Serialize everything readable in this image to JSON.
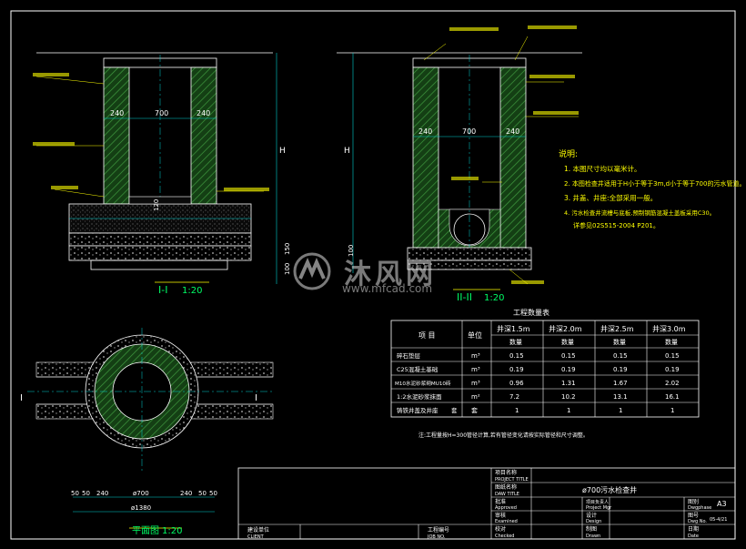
{
  "section1": {
    "title": "I-I",
    "scale": "1:20",
    "dims": [
      "240",
      "700",
      "240",
      "120",
      "H",
      "150",
      "100"
    ]
  },
  "section2": {
    "title": "II-II",
    "scale": "1:20",
    "dims": [
      "240",
      "700",
      "240",
      "H",
      "100"
    ]
  },
  "plan": {
    "title": "平面图",
    "scale": "1:20",
    "marker": "I",
    "dims": [
      "50",
      "50",
      "240",
      "ø700",
      "240",
      "50",
      "50"
    ],
    "total": "ø1380"
  },
  "notes": {
    "title": "说明:",
    "items": [
      "1. 本图尺寸均以毫米计。",
      "2. 本图检查井适用于H小于等于3m,d小于等于700的污水管道。",
      "3. 井盖、井座:全部采用一般。",
      "4. 污水检查井流槽与底板,预制钢筋混凝土盖板采用C30。",
      "详参见02S515-2004 P201。"
    ]
  },
  "table": {
    "title": "工程数量表",
    "header_item": "项 目",
    "header_unit": "单位",
    "depths": [
      "井深1.5m",
      "井深2.0m",
      "井深2.5m",
      "井深3.0m"
    ],
    "subheader": "数量",
    "rows": [
      {
        "item": "碎石垫层",
        "unit": "m³",
        "values": [
          "0.15",
          "0.15",
          "0.15",
          "0.15"
        ]
      },
      {
        "item": "C25混凝土基础",
        "unit": "m³",
        "values": [
          "0.19",
          "0.19",
          "0.19",
          "0.19"
        ]
      },
      {
        "item": "M10水泥砂浆砌MU10砖",
        "unit": "m³",
        "values": [
          "0.96",
          "1.31",
          "1.67",
          "2.02"
        ]
      },
      {
        "item": "1:2水泥砂浆抹面",
        "unit": "m²",
        "values": [
          "7.2",
          "10.2",
          "13.1",
          "16.1"
        ]
      },
      {
        "item": "铸铁井盖及井座",
        "unit_a": "套",
        "unit": "套",
        "values": [
          "1",
          "1",
          "1",
          "1"
        ]
      }
    ],
    "footnote": "注:工程量按H=300管径计算,若有管径变化请按实际管径和尺寸调整。"
  },
  "title_block": {
    "project_title_cn": "项目名称",
    "project_title_en": "PROJECT TITLE",
    "drawing_title_cn": "图纸名称",
    "drawing_title_en": "DAW TITLE",
    "drawing_name": "ø700污水检查井",
    "approved_cn": "批准",
    "approved_en": "Approved",
    "examined_cn": "审核",
    "examined_en": "Examined",
    "checked_cn": "校对",
    "checked_en": "Checked",
    "mgr_cn": "项目负责人",
    "mgr_en": "Project Mgr",
    "design_cn": "设计",
    "design_en": "Design",
    "drawn_cn": "制图",
    "drawn_en": "Drawn",
    "phase_cn": "图别",
    "phase_en": "Dwgphase",
    "size": "A3",
    "no_cn": "图号",
    "no_en": "Dwg No.",
    "no_value": "05-4/21",
    "date_cn": "日期",
    "date_en": "Date",
    "client_cn": "建设单位",
    "client_en": "CLIENT",
    "job_cn": "工程编号",
    "job_en": "JOB NO."
  },
  "watermark": {
    "brand": "沐风网",
    "url": "www.mfcad.com"
  },
  "colors": {
    "background": "#000000",
    "hatch": "#2f7d2f",
    "wall_fill": "#1e5a1e",
    "lines": "#ffffff",
    "dimension": "#00d0d0",
    "notes": "#ffff00",
    "leader": "#ffff00"
  }
}
